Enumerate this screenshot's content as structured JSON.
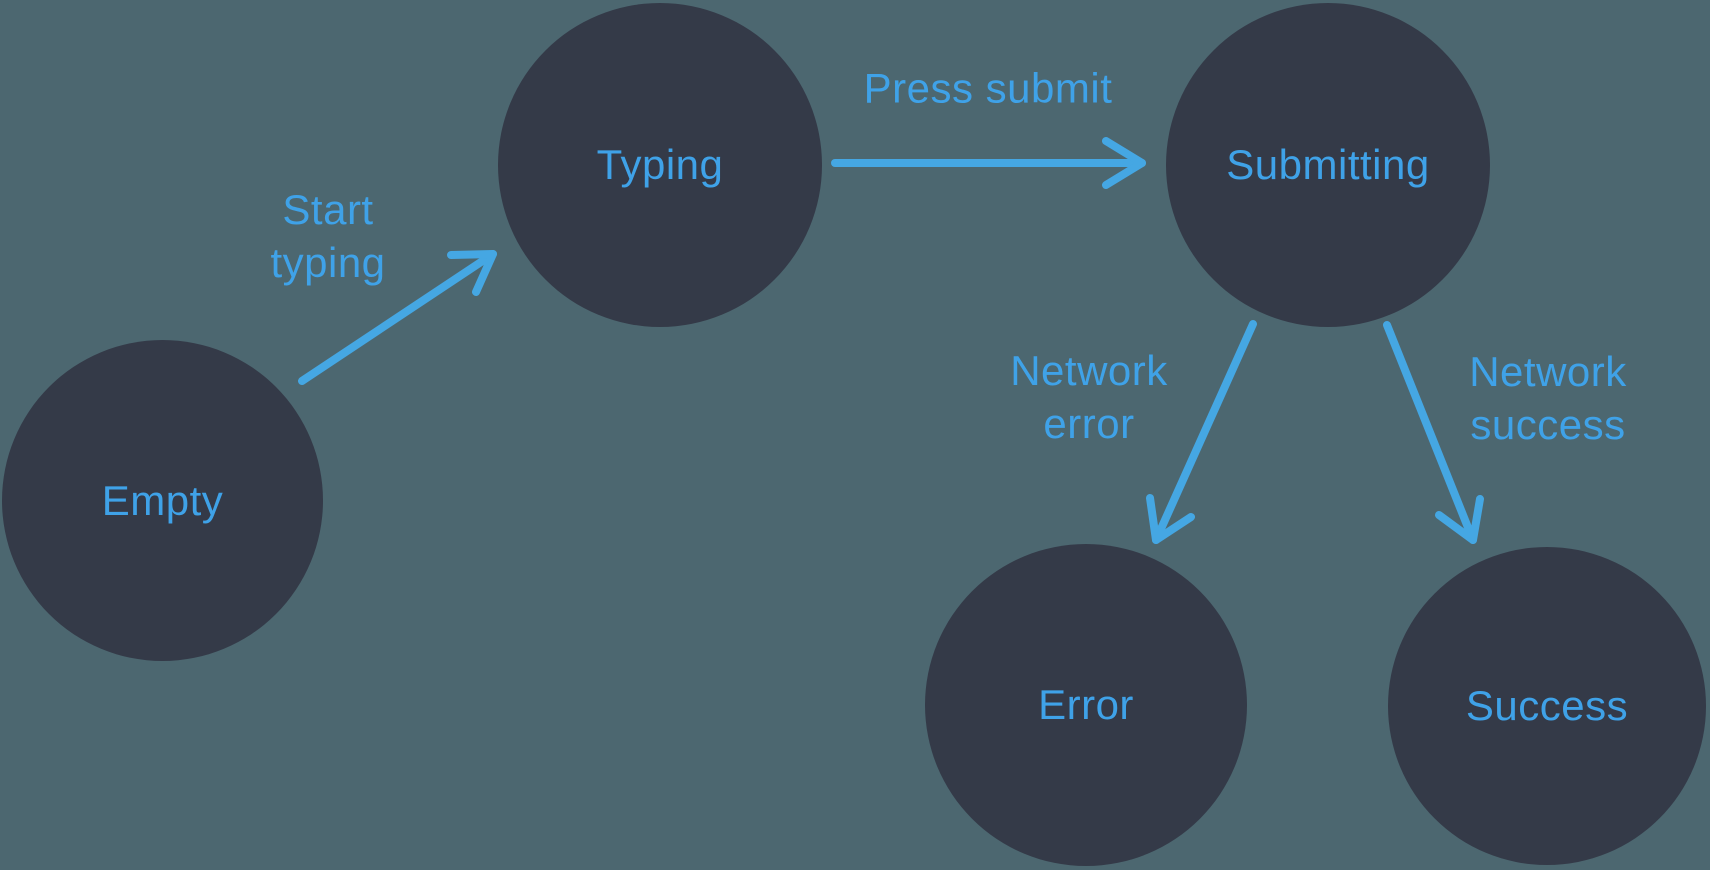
{
  "diagram": {
    "type": "state-machine",
    "colors": {
      "background": "#4c6770",
      "node_fill": "#343a48",
      "accent_blue": "#45a7e3",
      "label_blue": "#3fa2e8"
    },
    "nodes": {
      "empty": {
        "label": "Empty"
      },
      "typing": {
        "label": "Typing"
      },
      "submitting": {
        "label": "Submitting"
      },
      "error": {
        "label": "Error"
      },
      "success": {
        "label": "Success"
      }
    },
    "edges": {
      "start_typing": {
        "from": "empty",
        "to": "typing",
        "label": "Start typing",
        "lines": [
          "Start",
          "typing"
        ]
      },
      "press_submit": {
        "from": "typing",
        "to": "submitting",
        "label": "Press submit",
        "lines": [
          "Press submit"
        ]
      },
      "network_error": {
        "from": "submitting",
        "to": "error",
        "label": "Network error",
        "lines": [
          "Network",
          "error"
        ]
      },
      "network_success": {
        "from": "submitting",
        "to": "success",
        "label": "Network success",
        "lines": [
          "Network",
          "success"
        ]
      }
    }
  }
}
